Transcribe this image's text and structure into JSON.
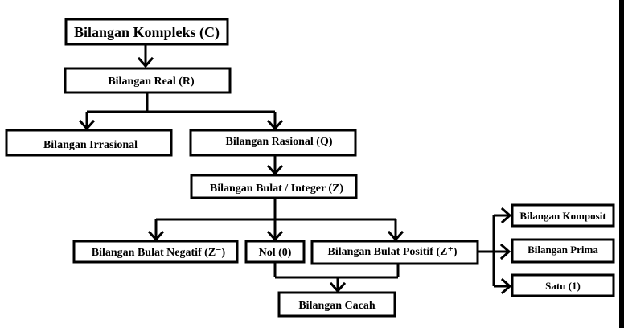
{
  "nodes": {
    "kompleks": "Bilangan Kompleks (C)",
    "real": "Bilangan Real (R)",
    "irrasional": "Bilangan Irrasional",
    "rasional": "Bilangan Rasional (Q)",
    "bulat": "Bilangan Bulat / Integer (Z)",
    "negatif": "Bilangan Bulat Negatif (Z⁻)",
    "nol": "Nol (0)",
    "positif": "Bilangan Bulat Positif (Z⁺)",
    "cacah": "Bilangan Cacah",
    "komposit": "Bilangan Komposit",
    "prima": "Bilangan Prima",
    "satu": "Satu (1)"
  }
}
